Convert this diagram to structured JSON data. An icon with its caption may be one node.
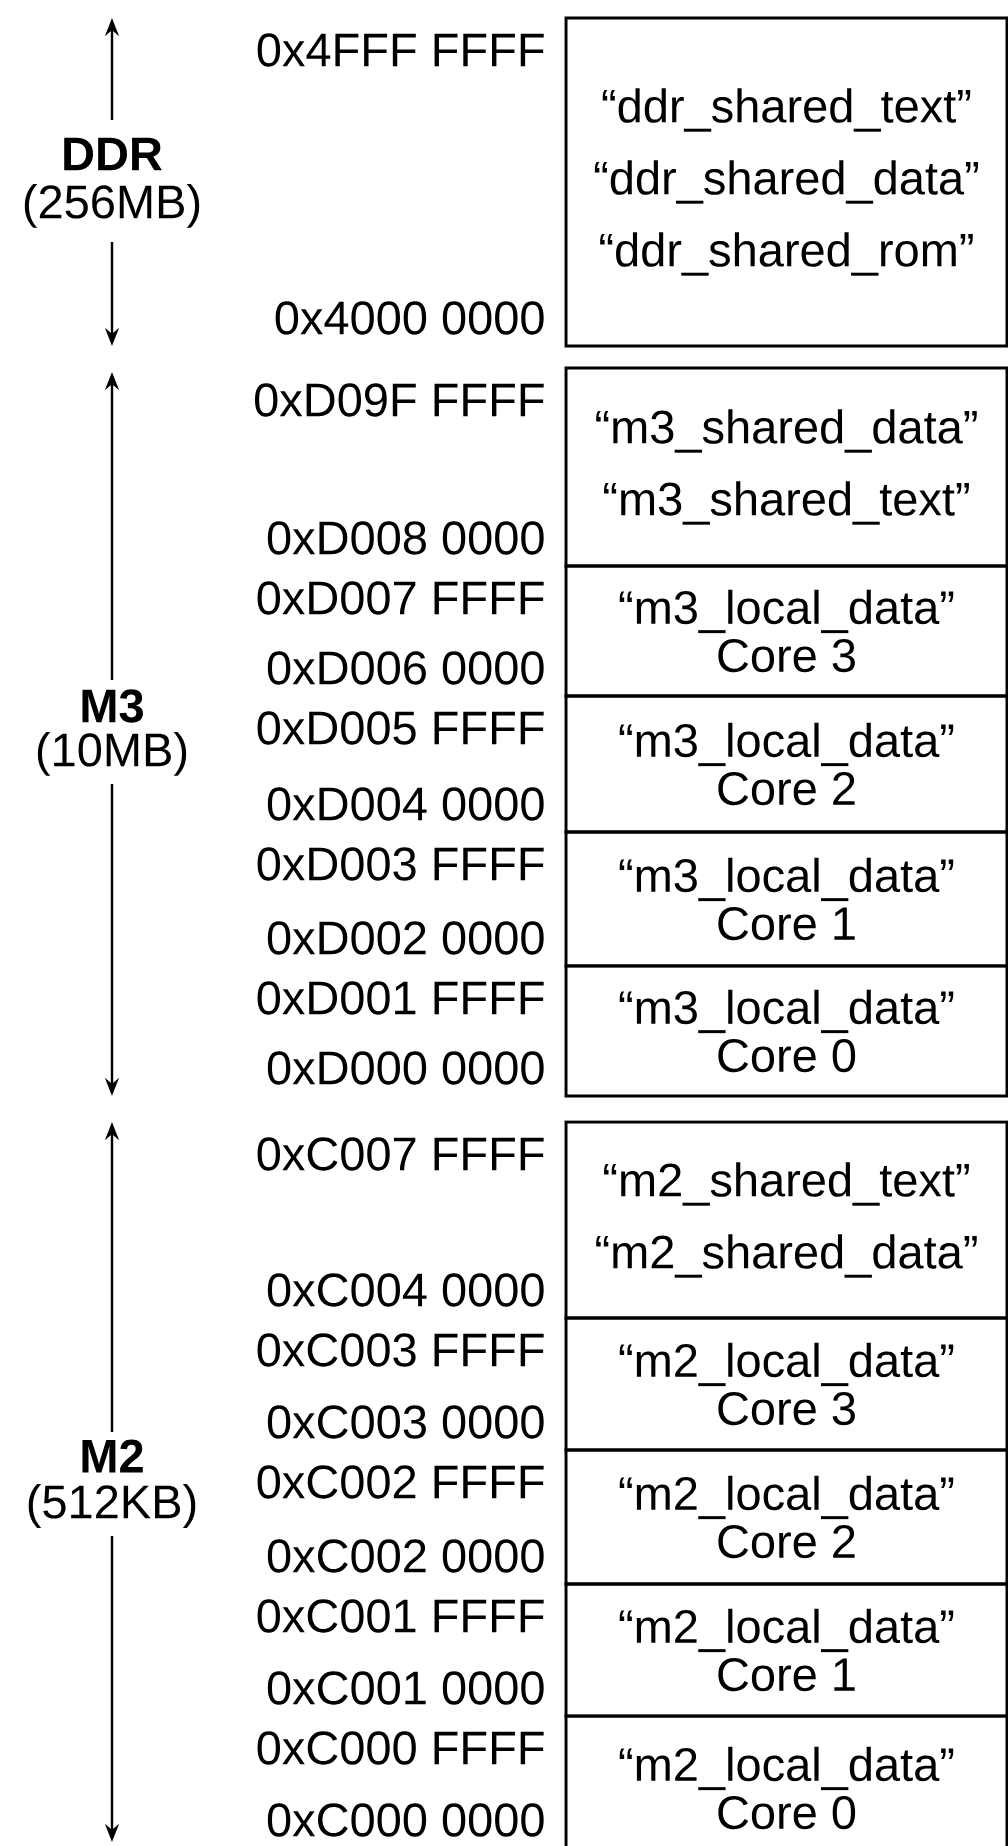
{
  "diagram": {
    "nodes": [
      {
        "text": [
          "“ddr_shared_text”",
          "“ddr_shared_data”",
          "“ddr_shared_rom”"
        ],
        "beside": [
          "0x4FFF FFFF",
          "0x4000 0000"
        ]
      },
      {
        "text": [
          "“m3_shared_data”",
          "“m3_shared_text”"
        ],
        "beside": [
          "0xD09F FFFF",
          "0xD008 0000"
        ]
      },
      {
        "text": [
          "“m3_local_data”",
          "Core 3"
        ],
        "beside": [
          "0xD007 FFFF",
          "0xD006 0000"
        ]
      },
      {
        "text": [
          "“m3_local_data”",
          "Core 2"
        ],
        "beside": [
          "0xD005 FFFF",
          "0xD004 0000"
        ]
      },
      {
        "text": [
          "“m3_local_data”",
          "Core 1"
        ],
        "beside": [
          "0xD003 FFFF",
          "0xD002 0000"
        ]
      },
      {
        "text": [
          "“m3_local_data”",
          "Core 0"
        ],
        "beside": [
          "0xD001 FFFF",
          "0xD000 0000"
        ]
      },
      {
        "text": [
          "“m2_shared_text”",
          "“m2_shared_data”"
        ],
        "beside": [
          "0xC007 FFFF",
          "0xC004 0000"
        ]
      },
      {
        "text": [
          "“m2_local_data”",
          "Core 3"
        ],
        "beside": [
          "0xC003 FFFF",
          "0xC003 0000"
        ]
      },
      {
        "text": [
          "“m2_local_data”",
          "Core 2"
        ],
        "beside": [
          "0xC002 FFFF",
          "0xC002 0000"
        ]
      },
      {
        "text": [
          "“m2_local_data”",
          "Core 1"
        ],
        "beside": [
          "0xC001 FFFF",
          "0xC001 0000"
        ]
      },
      {
        "text": [
          "“m2_local_data”",
          "Core 0"
        ],
        "beside": [
          "0xC000 FFFF",
          "0xC000 0000"
        ]
      }
    ],
    "labels": [
      "DDR",
      "(256MB)",
      "M3",
      "(10MB)",
      "M2",
      "(512KB)"
    ]
  }
}
